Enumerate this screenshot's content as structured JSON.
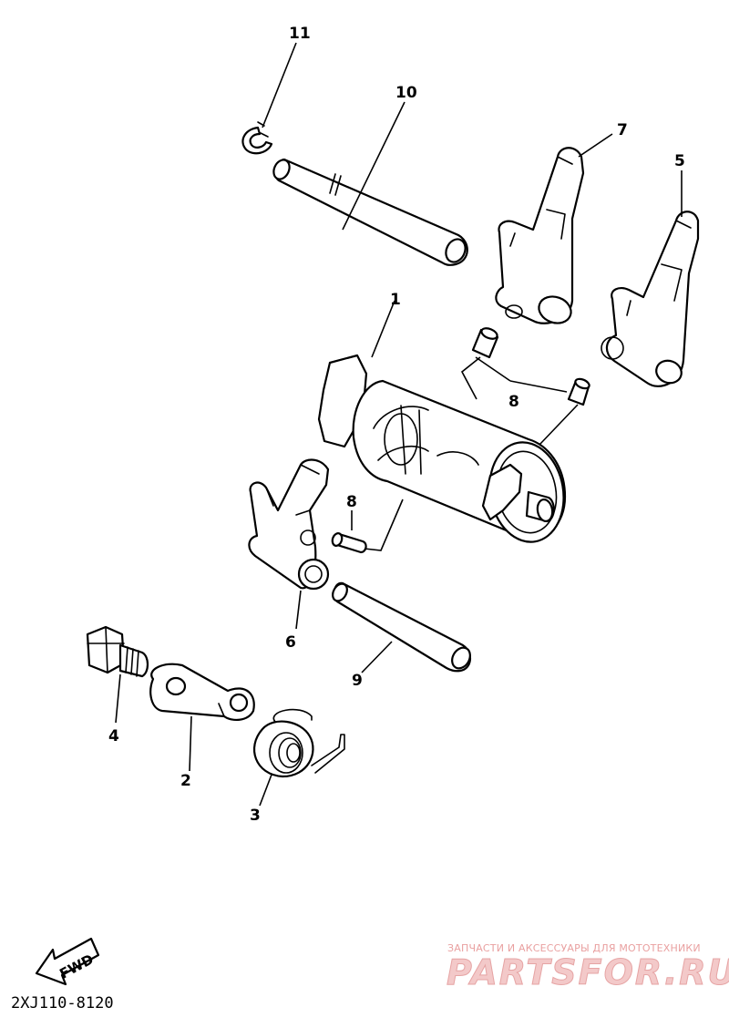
{
  "diagram": {
    "callouts": [
      {
        "id": "1",
        "label": "1"
      },
      {
        "id": "2",
        "label": "2"
      },
      {
        "id": "3",
        "label": "3"
      },
      {
        "id": "4",
        "label": "4"
      },
      {
        "id": "5",
        "label": "5"
      },
      {
        "id": "6",
        "label": "6"
      },
      {
        "id": "7",
        "label": "7"
      },
      {
        "id": "8a",
        "label": "8"
      },
      {
        "id": "8b",
        "label": "8"
      },
      {
        "id": "9",
        "label": "9"
      },
      {
        "id": "10",
        "label": "10"
      },
      {
        "id": "11",
        "label": "11"
      }
    ],
    "fwd_label": "FWD",
    "drawing_code": "2XJ110-8120"
  },
  "watermark": {
    "tagline": "ЗАПЧАСТИ И АКСЕССУАРЫ ДЛЯ МОТОТЕХНИКИ",
    "brand": "PARTSFOR.RU",
    "colors": {
      "text": "#e6a4a4"
    }
  }
}
